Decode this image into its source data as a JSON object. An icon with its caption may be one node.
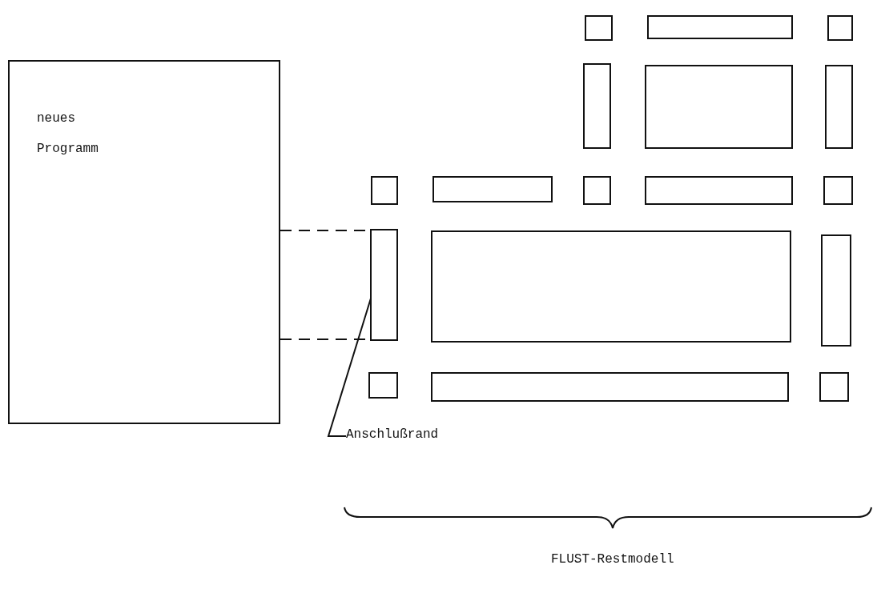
{
  "diagram": {
    "nodes": [
      {
        "text": [
          "neues Programm"
        ]
      },
      {
        "text": [],
        "shape": "box"
      },
      {
        "text": [],
        "shape": "box"
      },
      {
        "text": [],
        "shape": "box"
      },
      {
        "text": [],
        "shape": "box"
      },
      {
        "text": [],
        "shape": "box"
      },
      {
        "text": [],
        "shape": "box"
      },
      {
        "text": [],
        "shape": "box"
      },
      {
        "text": [],
        "shape": "box"
      },
      {
        "text": [],
        "shape": "box"
      },
      {
        "text": [],
        "shape": "box"
      },
      {
        "text": [],
        "shape": "box"
      },
      {
        "text": [],
        "shape": "box"
      },
      {
        "text": [],
        "shape": "box"
      },
      {
        "text": [],
        "shape": "box"
      },
      {
        "text": [],
        "shape": "box"
      },
      {
        "text": [],
        "shape": "box"
      },
      {
        "text": [],
        "shape": "box"
      },
      {
        "text": [
          "Anschlußrand"
        ]
      }
    ],
    "edges": [
      {
        "from": 0,
        "to": 12,
        "arrow": "none",
        "style": "dashed"
      },
      {
        "from": 0,
        "to": 12,
        "arrow": "none",
        "style": "dashed"
      },
      {
        "from": 18,
        "to": 12,
        "arrow": "none"
      }
    ],
    "labels": [
      "FLUST-Restmodell"
    ]
  }
}
